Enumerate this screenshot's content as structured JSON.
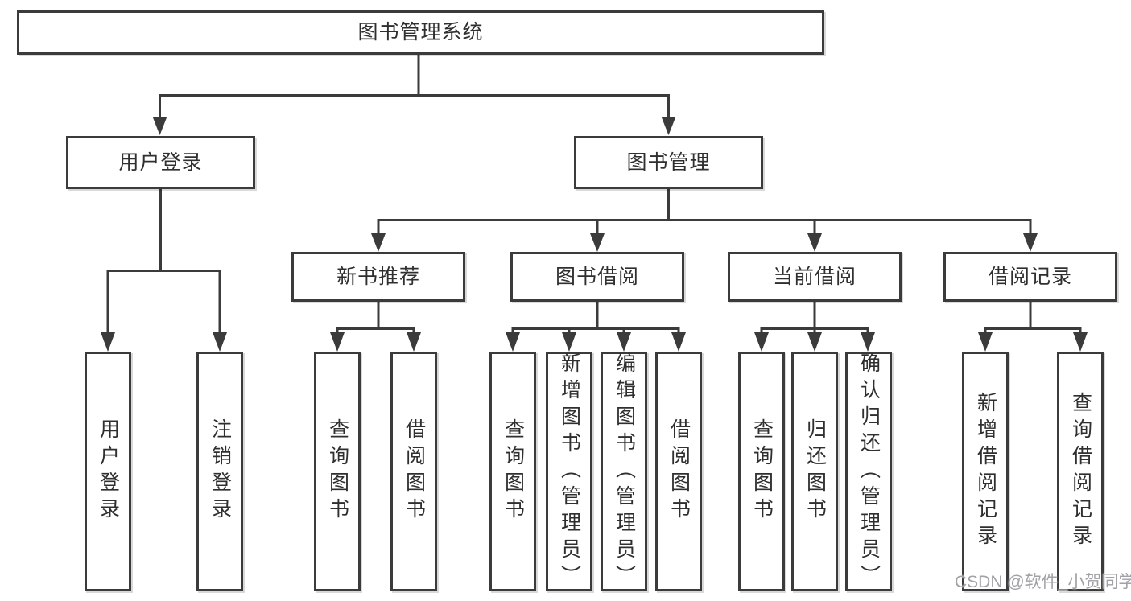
{
  "colors": {
    "line": "#3b3b3b",
    "text": "#2f2f2f",
    "watermark": "#a2a2a6",
    "background": "#ffffff"
  },
  "watermark": "CSDN @软件_小贺同学",
  "tree": {
    "root": "图书管理系统",
    "login": {
      "label": "用户登录",
      "children": [
        "用户登录",
        "注销登录"
      ]
    },
    "management": {
      "label": "图书管理",
      "sections": [
        {
          "label": "新书推荐",
          "children": [
            "查询图书",
            "借阅图书"
          ]
        },
        {
          "label": "图书借阅",
          "children": [
            "查询图书",
            "新增图书（管理员）",
            "编辑图书（管理员）",
            "借阅图书"
          ]
        },
        {
          "label": "当前借阅",
          "children": [
            "查询图书",
            "归还图书",
            "确认归还（管理员）"
          ]
        },
        {
          "label": "借阅记录",
          "children": [
            "新增借阅记录",
            "查询借阅记录"
          ]
        }
      ]
    }
  }
}
